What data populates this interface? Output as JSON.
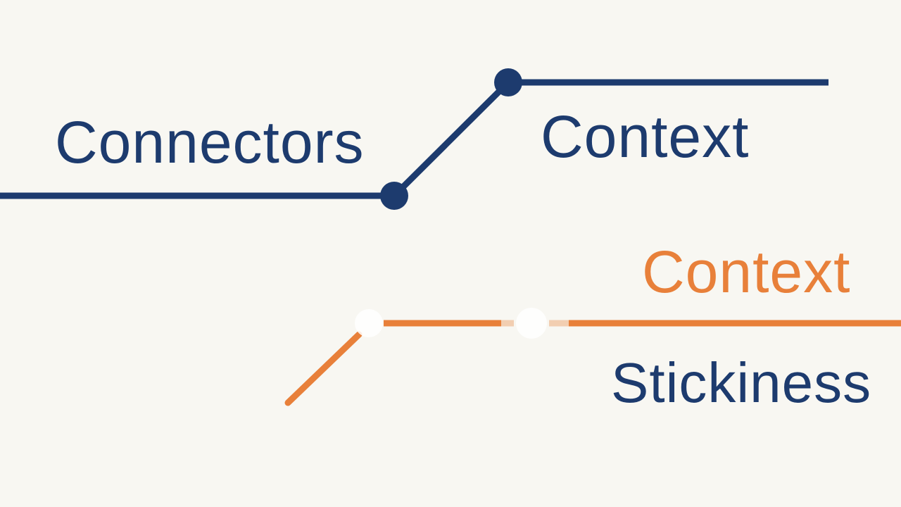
{
  "labels": {
    "connectors": "Connectors",
    "context_top": "Context",
    "context_bottom": "Context",
    "stickiness": "Stickiness"
  },
  "colors": {
    "background": "#f8f7f2",
    "navy": "#1d3b6e",
    "orange": "#e8803a"
  }
}
